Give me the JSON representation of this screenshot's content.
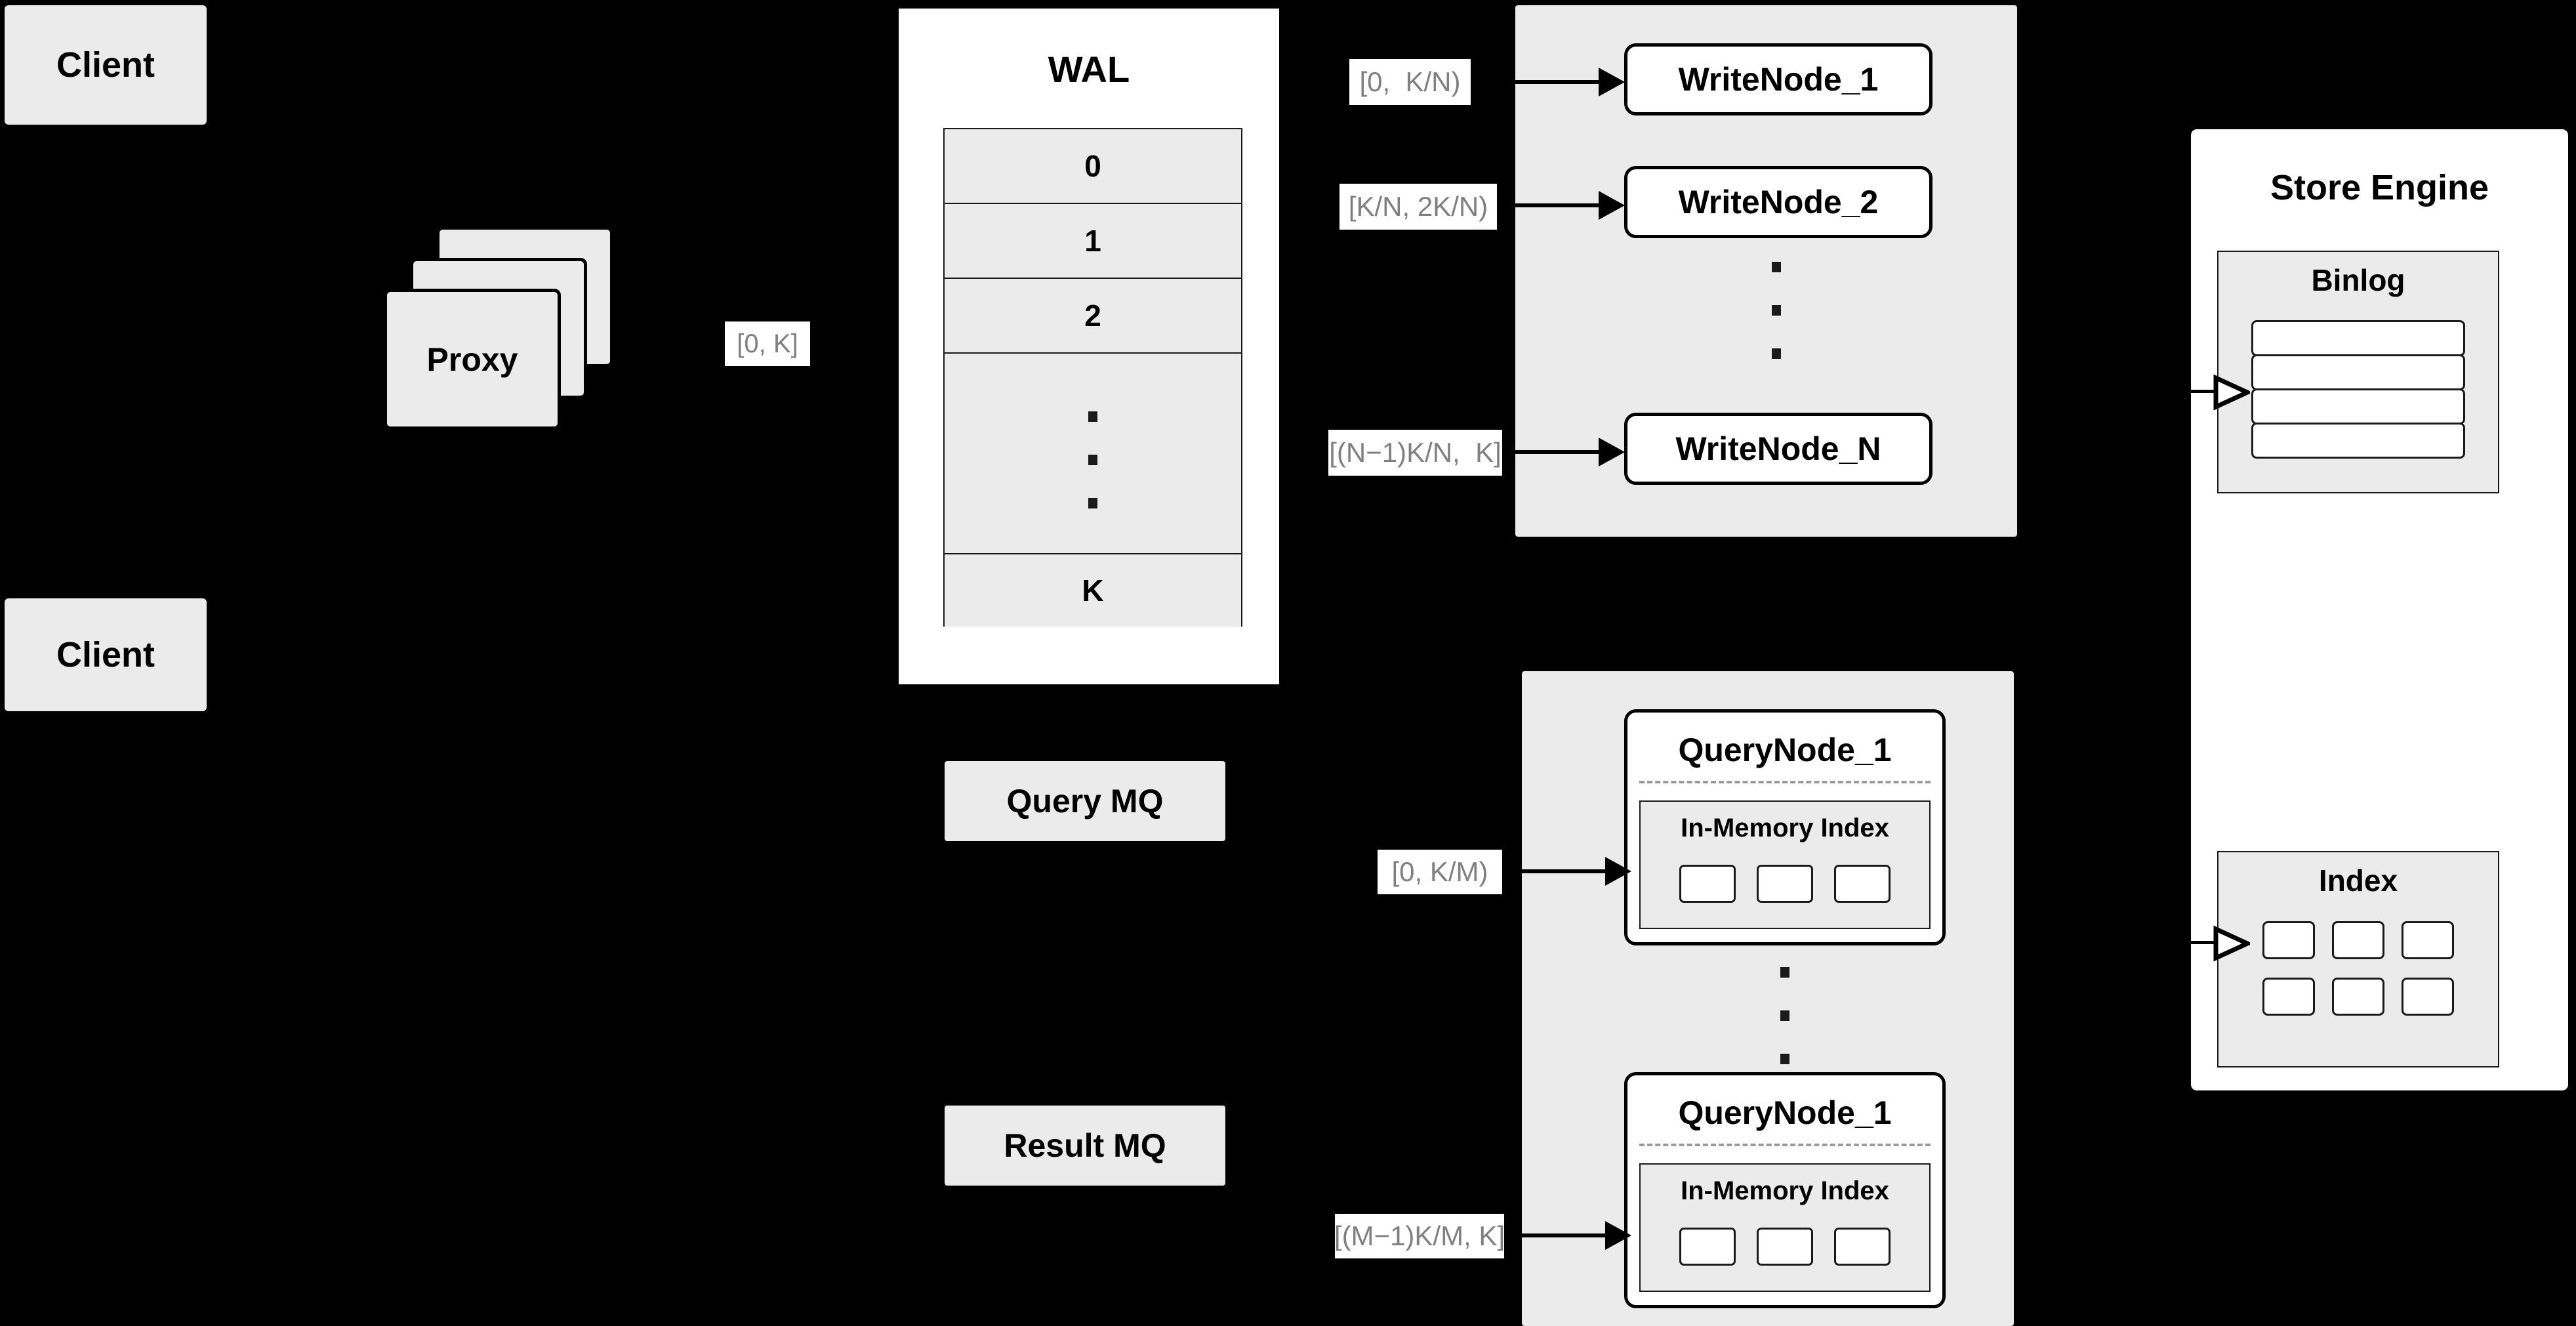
{
  "diagram": {
    "title": "Distributed write/query architecture",
    "colors": {
      "background": "#000000",
      "node_fill": "#ebebeb",
      "node_white": "#ffffff",
      "stroke": "#000000",
      "label_text": "#808080"
    }
  },
  "clients": [
    {
      "label": "Client"
    },
    {
      "label": "Client"
    }
  ],
  "proxy": {
    "label": "Proxy",
    "stack_count": 3
  },
  "wal": {
    "title": "WAL",
    "rows": [
      "0",
      "1",
      "2",
      "",
      "K"
    ],
    "ellipsis_dots": 3
  },
  "edge_labels": {
    "proxy_to_wal": "[0, K]",
    "write_node_1": "[0,  K/N)",
    "write_node_2": "[K/N, 2K/N)",
    "write_node_n": "[(N−1)K/N,  K]",
    "query_node_1": "[0, K/M)",
    "query_node_m": "[(M−1)K/M, K]"
  },
  "write_group": {
    "nodes": [
      {
        "label": "WriteNode_1"
      },
      {
        "label": "WriteNode_2"
      },
      {
        "label": "WriteNode_N"
      }
    ],
    "ellipsis_dots": 3
  },
  "query_group": {
    "nodes": [
      {
        "label": "QueryNode_1",
        "index_title": "In-Memory Index",
        "slot_count": 3
      },
      {
        "label": "QueryNode_1",
        "index_title": "In-Memory Index",
        "slot_count": 3
      }
    ],
    "ellipsis_dots": 3
  },
  "message_queues": [
    {
      "label": "Query MQ"
    },
    {
      "label": "Result MQ"
    }
  ],
  "store_engine": {
    "title": "Store Engine",
    "binlog": {
      "title": "Binlog",
      "slot_count": 4
    },
    "index": {
      "title": "Index",
      "slot_count": 6,
      "rows": 2,
      "cols": 3
    }
  }
}
